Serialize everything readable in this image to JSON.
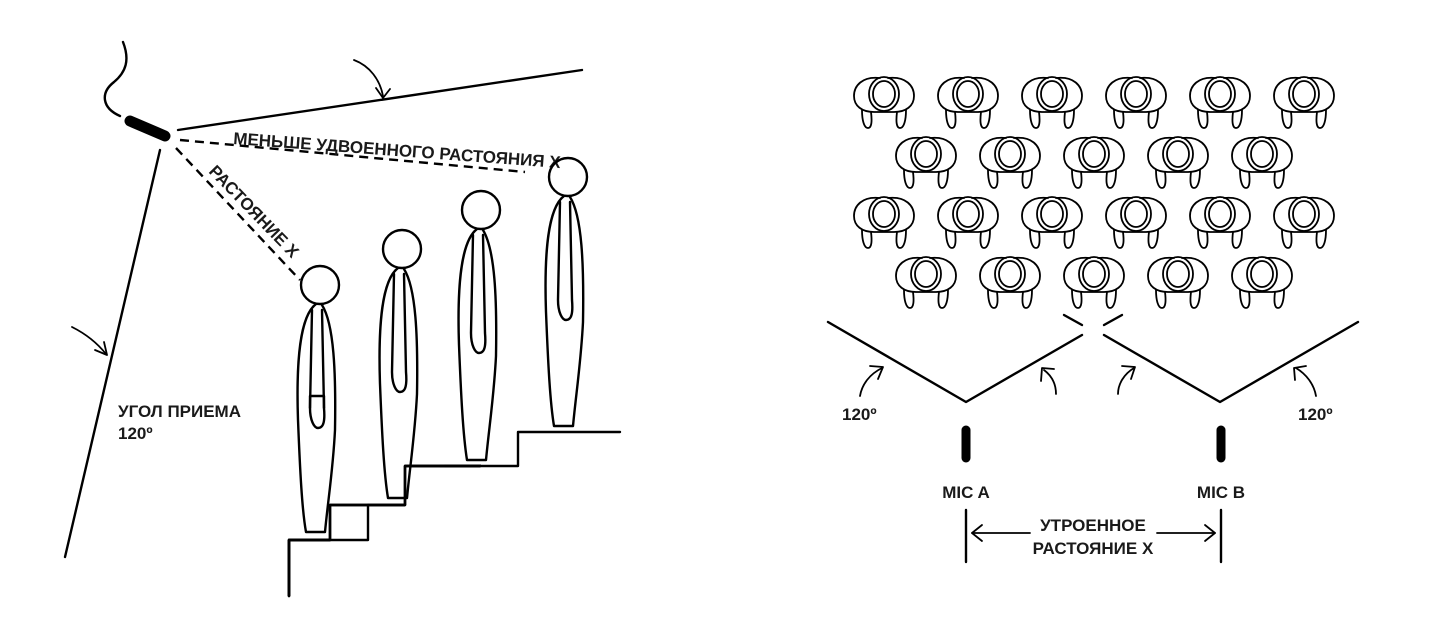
{
  "left_panel": {
    "label_less_than_double": "МЕНЬШЕ УДВОЕННОГО РАСТОЯНИЯ Х",
    "label_distance_x": "РАСТОЯНИЕ Х",
    "label_pickup_angle_line1": "УГОЛ ПРИЕМА",
    "label_pickup_angle_line2": "120º"
  },
  "right_panel": {
    "angle_left": "120º",
    "angle_right": "120º",
    "mic_a": "MIC A",
    "mic_b": "MIC B",
    "triple_line1": "УТРОЕННОЕ",
    "triple_line2": "РАСТОЯНИЕ Х"
  },
  "audience": {
    "rows": [
      6,
      5,
      6,
      5
    ]
  }
}
